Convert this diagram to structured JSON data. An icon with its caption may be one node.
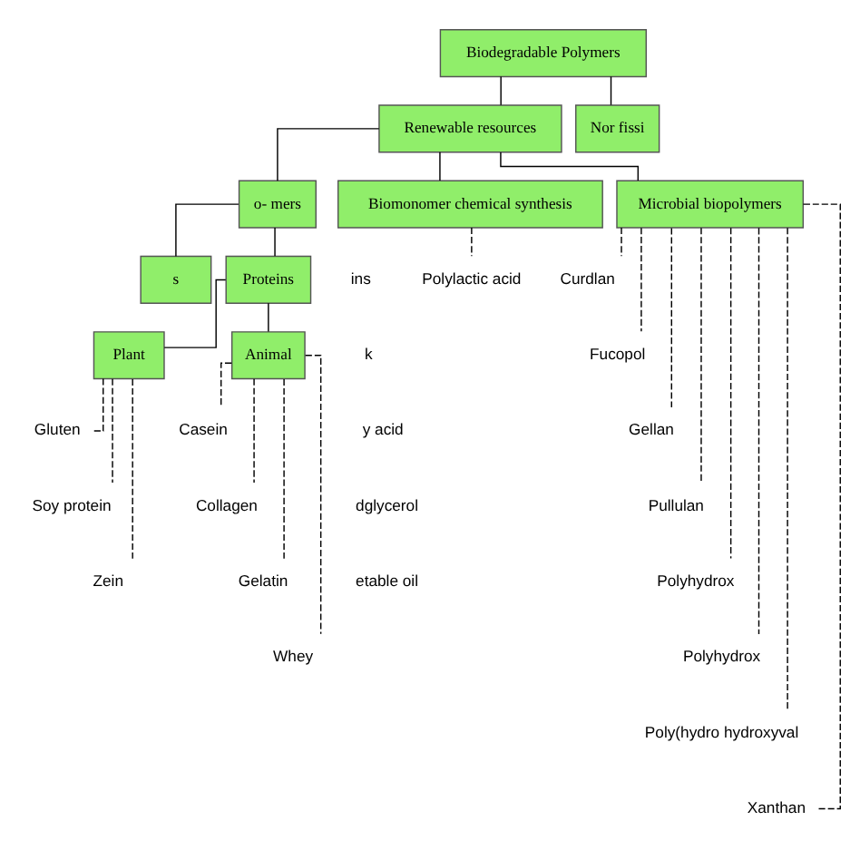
{
  "diagram": {
    "nodes": [
      {
        "text": [
          "Biodegradable Polymers"
        ]
      },
      {
        "text": [
          "Renewable resources"
        ]
      },
      {
        "text": [
          "Nor fissi"
        ]
      },
      {
        "text": [
          "o- mers"
        ]
      },
      {
        "text": [
          "Biomonomer chemical synthesis"
        ]
      },
      {
        "text": [
          "Microbial biopolymers"
        ]
      },
      {
        "text": [
          "Polylactic acid"
        ]
      },
      {
        "text": [
          "Curdlan"
        ]
      },
      {
        "text": [
          "Fucopol"
        ]
      },
      {
        "text": [
          "Gellan"
        ]
      },
      {
        "text": [
          "Pullulan"
        ]
      },
      {
        "text": [
          "Polyhydrox"
        ]
      },
      {
        "text": [
          "Polyhydrox"
        ]
      },
      {
        "text": [
          "Poly(hydro hydroxyval"
        ]
      },
      {
        "text": [
          "Xanthan"
        ]
      },
      {
        "text": [
          "s"
        ]
      },
      {
        "text": [
          "Proteins"
        ]
      },
      {
        "text": [
          "Plant"
        ]
      },
      {
        "text": [
          "Animal"
        ]
      },
      {
        "text": [
          "Gluten"
        ]
      },
      {
        "text": [
          "Soy protein"
        ]
      },
      {
        "text": [
          "Zein"
        ]
      },
      {
        "text": [
          "Casein"
        ]
      },
      {
        "text": [
          "Collagen"
        ]
      },
      {
        "text": [
          "Gelatin"
        ]
      },
      {
        "text": [
          "Whey"
        ]
      }
    ],
    "edges": [
      {
        "from": 0,
        "to": 1,
        "arrow": "none"
      },
      {
        "from": 0,
        "to": 2,
        "arrow": "none"
      },
      {
        "from": 1,
        "to": 3,
        "arrow": "none"
      },
      {
        "from": 1,
        "to": 4,
        "arrow": "none"
      },
      {
        "from": 1,
        "to": 5,
        "arrow": "none"
      },
      {
        "from": 4,
        "to": 6,
        "arrow": "none",
        "style": "dashed"
      },
      {
        "from": 5,
        "to": 7,
        "arrow": "none",
        "style": "dashed"
      },
      {
        "from": 5,
        "to": 8,
        "arrow": "none",
        "style": "dashed"
      },
      {
        "from": 5,
        "to": 9,
        "arrow": "none",
        "style": "dashed"
      },
      {
        "from": 5,
        "to": 10,
        "arrow": "none",
        "style": "dashed"
      },
      {
        "from": 5,
        "to": 11,
        "arrow": "none",
        "style": "dashed"
      },
      {
        "from": 5,
        "to": 12,
        "arrow": "none",
        "style": "dashed"
      },
      {
        "from": 5,
        "to": 13,
        "arrow": "none",
        "style": "dashed"
      },
      {
        "from": 5,
        "to": 14,
        "arrow": "none",
        "style": "dashed"
      },
      {
        "from": 3,
        "to": 15,
        "arrow": "none"
      },
      {
        "from": 3,
        "to": 16,
        "arrow": "none"
      },
      {
        "from": 16,
        "to": 17,
        "arrow": "none"
      },
      {
        "from": 16,
        "to": 18,
        "arrow": "none"
      },
      {
        "from": 17,
        "to": 19,
        "arrow": "none",
        "style": "dashed"
      },
      {
        "from": 17,
        "to": 20,
        "arrow": "none",
        "style": "dashed"
      },
      {
        "from": 17,
        "to": 21,
        "arrow": "none",
        "style": "dashed"
      },
      {
        "from": 18,
        "to": 22,
        "arrow": "none",
        "style": "dashed"
      },
      {
        "from": 18,
        "to": 23,
        "arrow": "none",
        "style": "dashed"
      },
      {
        "from": 18,
        "to": 24,
        "arrow": "none",
        "style": "dashed"
      },
      {
        "from": 18,
        "to": 25,
        "arrow": "none",
        "style": "dashed"
      }
    ],
    "labels": [
      "ins",
      "k",
      "y acid",
      "dglycerol",
      "etable oil"
    ]
  }
}
